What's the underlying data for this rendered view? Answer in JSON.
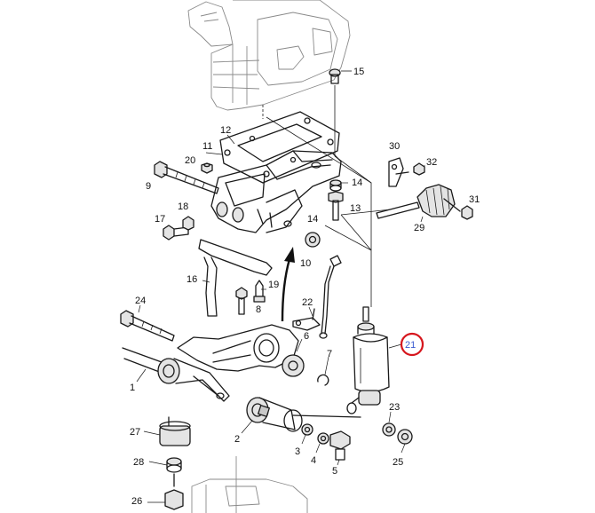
{
  "callouts": [
    {
      "id": "c15",
      "text": "15"
    },
    {
      "id": "c12",
      "text": "12"
    },
    {
      "id": "c11",
      "text": "11"
    },
    {
      "id": "c20",
      "text": "20"
    },
    {
      "id": "c9",
      "text": "9"
    },
    {
      "id": "c18",
      "text": "18"
    },
    {
      "id": "c17",
      "text": "17"
    },
    {
      "id": "c14a",
      "text": "14"
    },
    {
      "id": "c14b",
      "text": "14"
    },
    {
      "id": "c13",
      "text": "13"
    },
    {
      "id": "c10",
      "text": "10"
    },
    {
      "id": "c30",
      "text": "30"
    },
    {
      "id": "c32",
      "text": "32"
    },
    {
      "id": "c31",
      "text": "31"
    },
    {
      "id": "c29",
      "text": "29"
    },
    {
      "id": "c16",
      "text": "16"
    },
    {
      "id": "c19",
      "text": "19"
    },
    {
      "id": "c8",
      "text": "8"
    },
    {
      "id": "c24",
      "text": "24"
    },
    {
      "id": "c22",
      "text": "22"
    },
    {
      "id": "c6",
      "text": "6"
    },
    {
      "id": "c7",
      "text": "7"
    },
    {
      "id": "c1",
      "text": "1"
    },
    {
      "id": "c2",
      "text": "2"
    },
    {
      "id": "c27",
      "text": "27"
    },
    {
      "id": "c28",
      "text": "28"
    },
    {
      "id": "c26",
      "text": "26"
    },
    {
      "id": "c3",
      "text": "3"
    },
    {
      "id": "c4",
      "text": "4"
    },
    {
      "id": "c5",
      "text": "5"
    },
    {
      "id": "c23",
      "text": "23"
    },
    {
      "id": "c25",
      "text": "25"
    }
  ],
  "highlighted_callout": {
    "text": "21",
    "ring_color": "#d6161d",
    "text_color": "#3a5bd0"
  }
}
